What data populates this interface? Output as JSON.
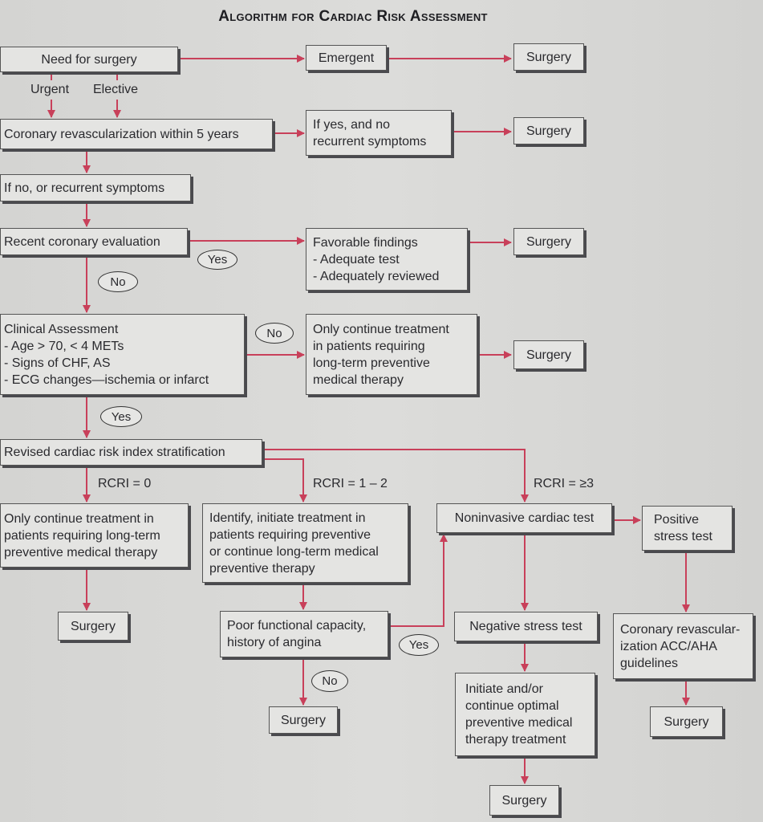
{
  "title": "Algorithm for Cardiac Risk Assessment",
  "nodes": {
    "need_surgery": "Need for surgery",
    "emergent": "Emergent",
    "coronary_revasc_5y": "Coronary revascularization within 5 years",
    "if_yes": "If yes, and no\nrecurrent symptoms",
    "if_no": "If no, or recurrent symptoms",
    "recent_eval": "Recent coronary evaluation",
    "favorable": "Favorable findings\n- Adequate test\n- Adequately reviewed",
    "clinical": "Clinical Assessment\n- Age > 70, < 4 METs\n- Signs of CHF, AS\n- ECG changes—ischemia or infarct",
    "only_continue_1": "Only continue treatment\nin patients requiring\nlong-term preventive\nmedical therapy",
    "revised_index": "Revised cardiac risk index stratification",
    "only_continue_2": "Only continue treatment in\npatients requiring long-term\npreventive medical therapy",
    "identify": "Identify, initiate treatment in\npatients requiring preventive\nor continue long-term medical\npreventive therapy",
    "noninvasive": "Noninvasive cardiac test",
    "positive": "Positive\nstress test",
    "poor_functional": "Poor functional capacity,\nhistory of angina",
    "negative": "Negative stress test",
    "coronary_acc": "Coronary revascular-\nization ACC/AHA\nguidelines",
    "initiate": "Initiate and/or\ncontinue optimal\npreventive medical\ntherapy treatment",
    "surgery": "Surgery"
  },
  "labels": {
    "urgent": "Urgent",
    "elective": "Elective",
    "yes": "Yes",
    "no": "No",
    "rcri_0": "RCRI = 0",
    "rcri_1_2": "RCRI = 1 – 2",
    "rcri_3": "RCRI = ≥3"
  },
  "colors": {
    "arrow": "#c8405a",
    "box": "#e4e4e2",
    "background": "#d8d8d6"
  }
}
